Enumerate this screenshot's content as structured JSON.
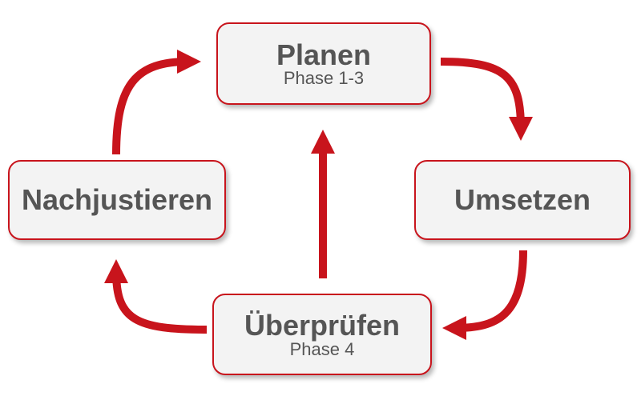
{
  "nodes": {
    "plan": {
      "title": "Planen",
      "subtitle": "Phase 1-3"
    },
    "implement": {
      "title": "Umsetzen"
    },
    "review": {
      "title": "Überprüfen",
      "subtitle": "Phase 4"
    },
    "adjust": {
      "title": "Nachjustieren"
    }
  },
  "colors": {
    "arrow": "#c8141c",
    "box_border": "#c8141c",
    "box_fill": "#f3f3f3",
    "text": "#555555"
  }
}
